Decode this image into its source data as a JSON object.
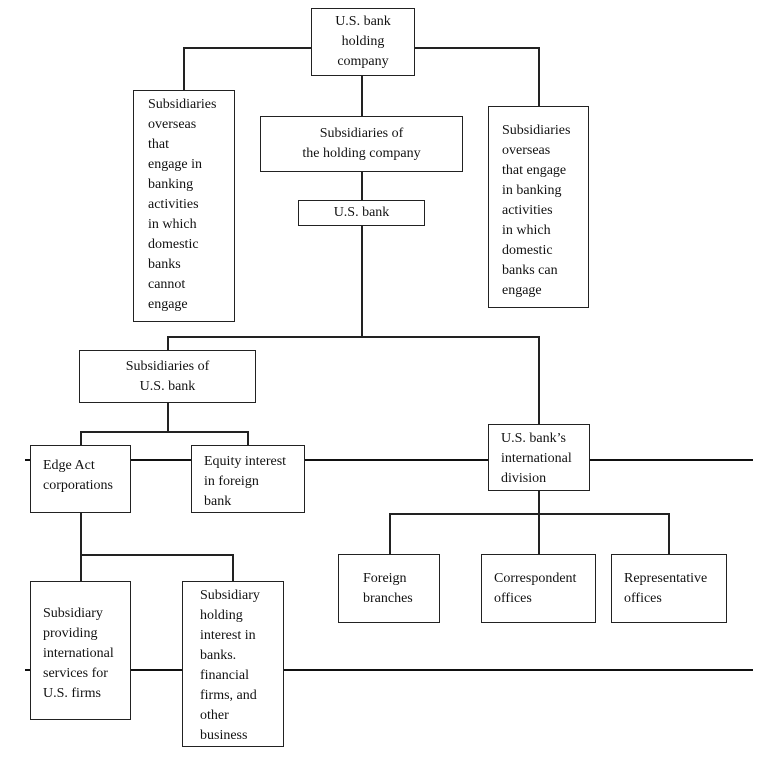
{
  "diagram": {
    "type": "organizational-structure",
    "nodes": {
      "holding_company": "U.S. bank\nholding\ncompany",
      "overseas_cannot": "Subsidiaries\noverseas\nthat\nengage in\nbanking\nactivities\nin which\ndomestic\nbanks\ncannot\nengage",
      "holding_subsidiaries": "Subsidiaries of\nthe holding company",
      "us_bank": "U.S.  bank",
      "overseas_can": "Subsidiaries\noverseas\nthat engage\nin banking\nactivities\nin which\ndomestic\nbanks can\nengage",
      "bank_subsidiaries": "Subsidiaries of\nU.S. bank",
      "edge_act": "Edge Act\ncorporations",
      "equity_interest": "Equity interest\nin foreign\nbank",
      "intl_division": "U.S. bank’s\ninternational\ndivision",
      "foreign_branches": "Foreign\nbranches",
      "correspondent_offices": "Correspondent\noffices",
      "representative_offices": "Representative\noffices",
      "intl_services": "Subsidiary\nproviding\ninternational\nservices for\nU.S. firms",
      "holding_interest": "Subsidiary\nholding\ninterest in\nbanks.\nfinancial\nfirms, and\nother\nbusiness"
    },
    "edges": [
      [
        "holding_company",
        "overseas_cannot"
      ],
      [
        "holding_company",
        "holding_subsidiaries"
      ],
      [
        "holding_company",
        "overseas_can"
      ],
      [
        "holding_subsidiaries",
        "us_bank"
      ],
      [
        "us_bank",
        "bank_subsidiaries"
      ],
      [
        "us_bank",
        "intl_division"
      ],
      [
        "bank_subsidiaries",
        "edge_act"
      ],
      [
        "bank_subsidiaries",
        "equity_interest"
      ],
      [
        "edge_act",
        "intl_services"
      ],
      [
        "edge_act",
        "holding_interest"
      ],
      [
        "intl_division",
        "foreign_branches"
      ],
      [
        "intl_division",
        "correspondent_offices"
      ],
      [
        "intl_division",
        "representative_offices"
      ]
    ]
  }
}
